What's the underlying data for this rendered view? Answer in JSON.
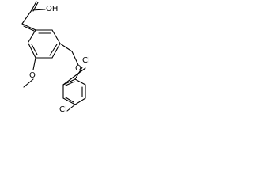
{
  "molecule": {
    "atoms": {
      "hydroxyl": "OH",
      "ether_oxygen": "O",
      "methoxy_oxygen": "O",
      "chlorine_top": "Cl",
      "chlorine_bottom": "Cl"
    }
  }
}
